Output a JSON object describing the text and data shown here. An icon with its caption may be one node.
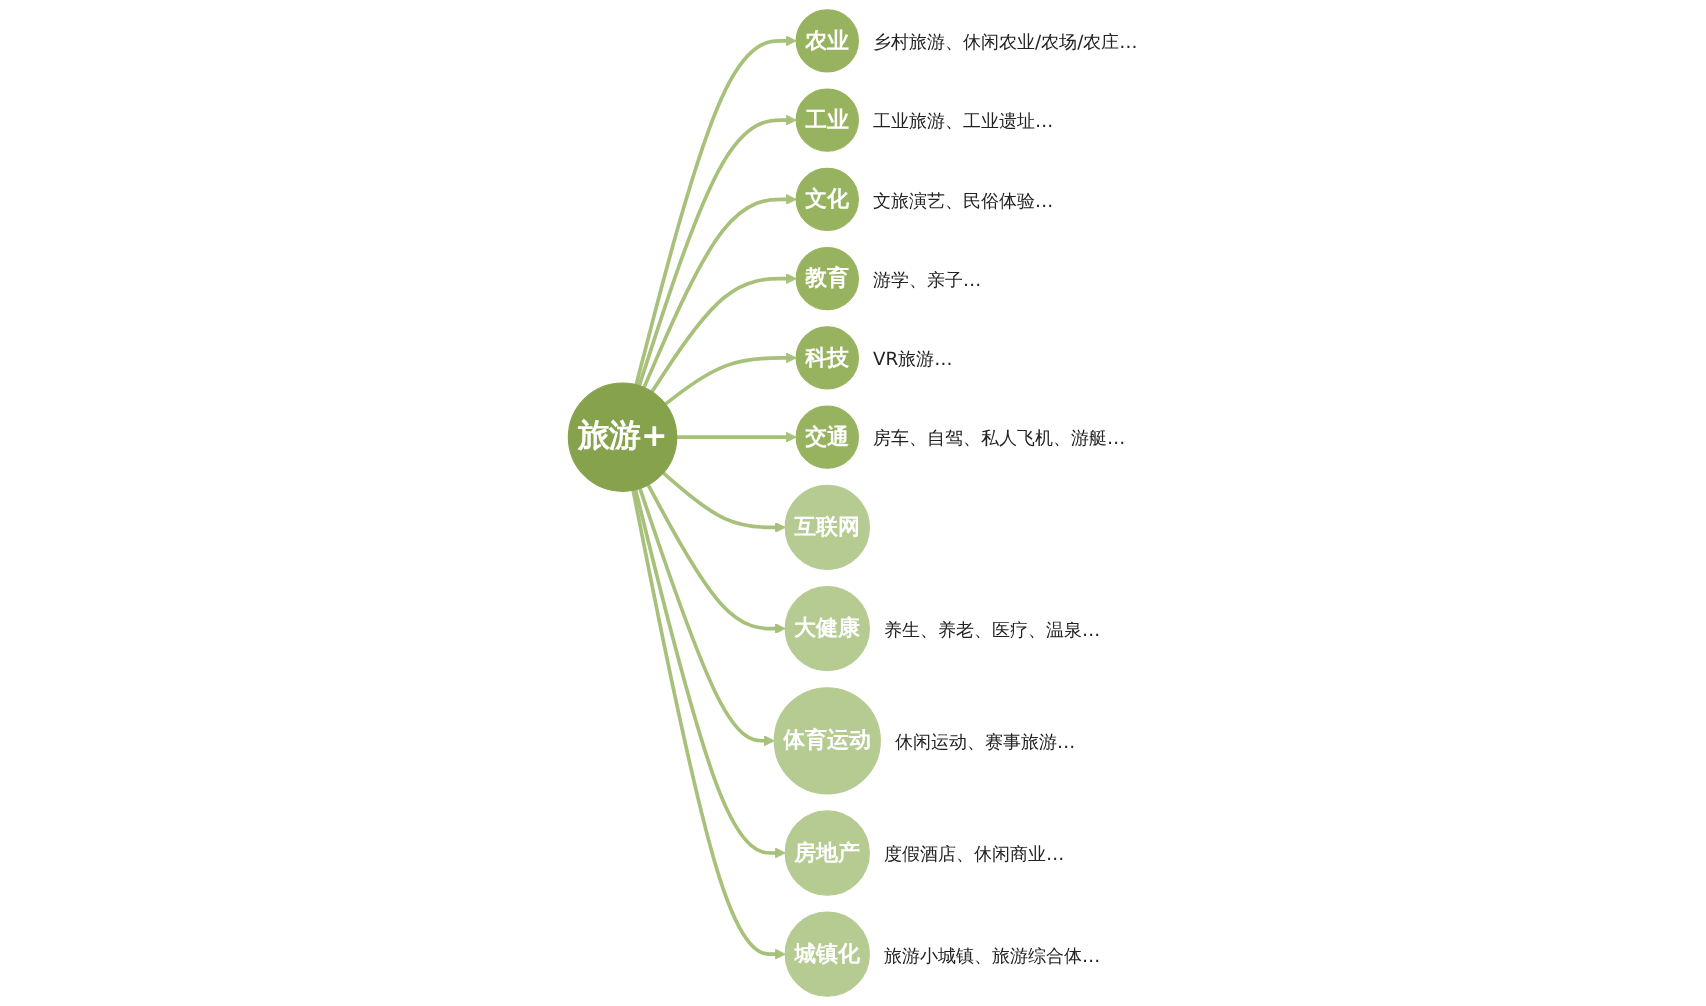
{
  "diagram": {
    "nodes": [
      {
        "text": [
          "旅游+"
        ]
      },
      {
        "text": [
          "农业"
        ],
        "beside": [
          "乡村旅游、休闲农业/农场/农庄…"
        ]
      },
      {
        "text": [
          "工业"
        ],
        "beside": [
          "工业旅游、工业遗址…"
        ]
      },
      {
        "text": [
          "文化"
        ],
        "beside": [
          "文旅演艺、民俗体验…"
        ]
      },
      {
        "text": [
          "教育"
        ],
        "beside": [
          "游学、亲子…"
        ]
      },
      {
        "text": [
          "科技"
        ],
        "beside": [
          "VR旅游…"
        ]
      },
      {
        "text": [
          "交通"
        ],
        "beside": [
          "房车、自驾、私人飞机、游艇…"
        ]
      },
      {
        "text": [
          "互联网"
        ]
      },
      {
        "text": [
          "大健康"
        ],
        "beside": [
          "养生、养老、医疗、温泉…"
        ]
      },
      {
        "text": [
          "体育运动"
        ],
        "beside": [
          "休闲运动、赛事旅游…"
        ]
      },
      {
        "text": [
          "房地产"
        ],
        "beside": [
          "度假酒店、休闲商业…"
        ]
      },
      {
        "text": [
          "城镇化"
        ],
        "beside": [
          "旅游小城镇、旅游综合体…"
        ]
      }
    ],
    "edges": [
      {
        "from": 0,
        "to": 1,
        "arrow": "to"
      },
      {
        "from": 0,
        "to": 2,
        "arrow": "to"
      },
      {
        "from": 0,
        "to": 3,
        "arrow": "to"
      },
      {
        "from": 0,
        "to": 4,
        "arrow": "to"
      },
      {
        "from": 0,
        "to": 5,
        "arrow": "to"
      },
      {
        "from": 0,
        "to": 6,
        "arrow": "to"
      },
      {
        "from": 0,
        "to": 7,
        "arrow": "to"
      },
      {
        "from": 0,
        "to": 8,
        "arrow": "to"
      },
      {
        "from": 0,
        "to": 9,
        "arrow": "to"
      },
      {
        "from": 0,
        "to": 10,
        "arrow": "to"
      },
      {
        "from": 0,
        "to": 11,
        "arrow": "to"
      }
    ]
  }
}
